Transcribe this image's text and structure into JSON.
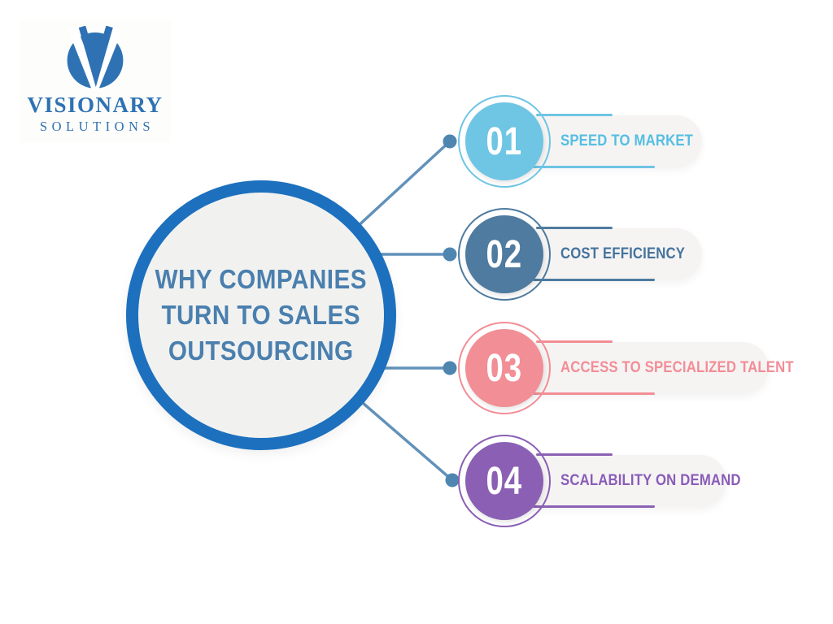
{
  "logo": {
    "name": "VISIONARY",
    "sub_name": "SOLUTIONS",
    "icon": "v-logo-icon",
    "color": "#2f72b4"
  },
  "center": {
    "title_lines": [
      "WHY COMPANIES",
      "TURN TO SALES",
      "OUTSOURCING"
    ],
    "border_color": "#1d70be",
    "fill_color": "#f1f2f0",
    "text_color": "#4a7fae"
  },
  "connectors": {
    "line_color": "#6292ba",
    "dot_color": "#4e86b0"
  },
  "items": [
    {
      "number": "01",
      "label": "SPEED TO MARKET",
      "color": "#6fc5e4",
      "text_color": "#55bee2"
    },
    {
      "number": "02",
      "label": "COST EFFICIENCY",
      "color": "#4e7b9f",
      "text_color": "#45739d"
    },
    {
      "number": "03",
      "label": "ACCESS TO SPECIALIZED TALENT",
      "color": "#f28e96",
      "text_color": "#f28d97"
    },
    {
      "number": "04",
      "label": "SCALABILITY ON DEMAND",
      "color": "#8b60b4",
      "text_color": "#8a5cb8"
    }
  ]
}
